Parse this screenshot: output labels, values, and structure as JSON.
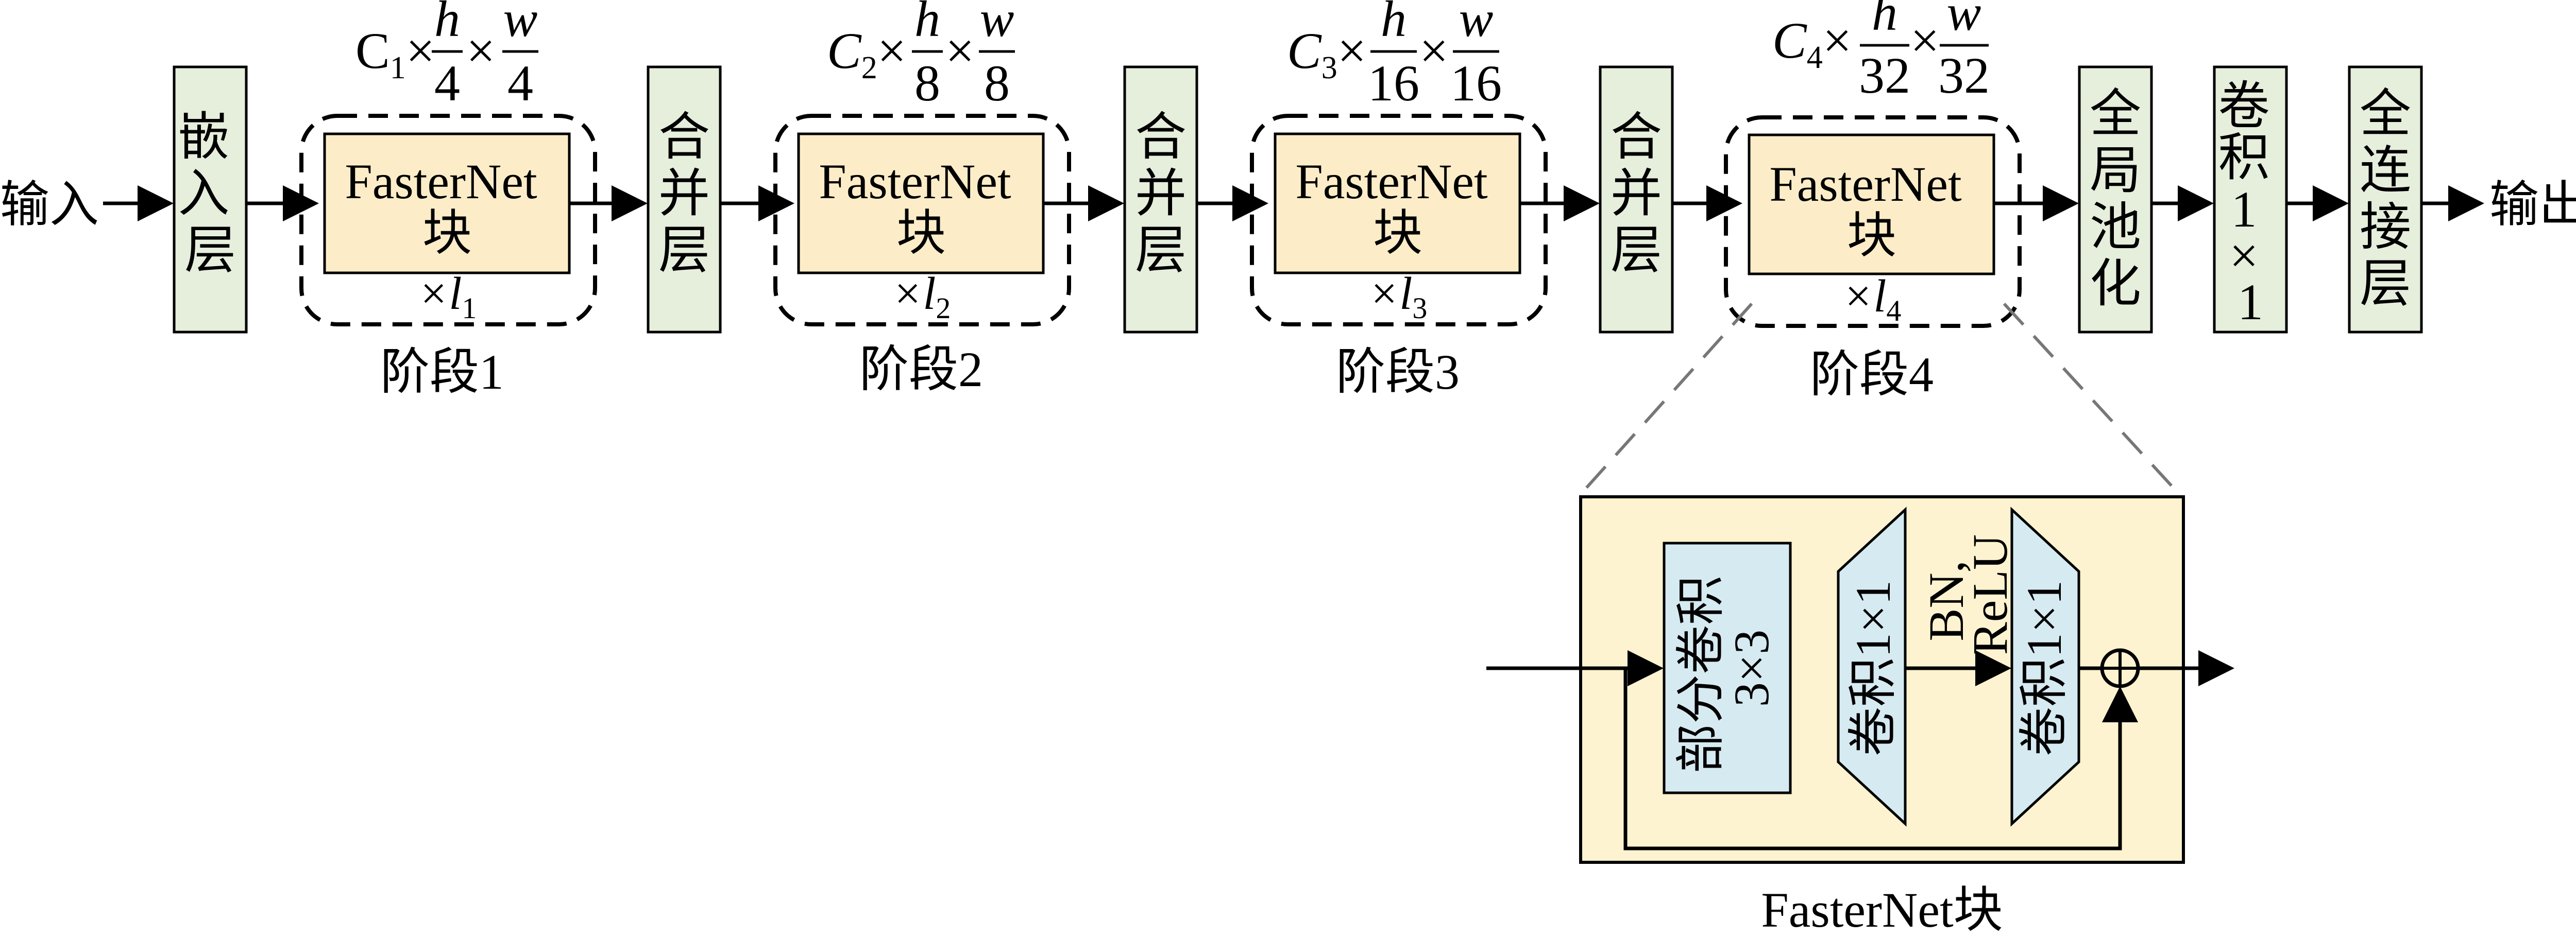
{
  "main_flow": {
    "input_label": "输入",
    "output_label": "输出",
    "embed_layer": "嵌入层",
    "merge_layer": "合并层",
    "global_pool": "全局池化",
    "conv_1x1": [
      "卷",
      "积",
      "1",
      "×",
      "1"
    ],
    "fc_layer": "全连接层"
  },
  "stages": [
    {
      "block_label": [
        "FasterNet",
        "块"
      ],
      "repeat_label": "×l",
      "repeat_sub": "1",
      "name": "阶段1",
      "dim_c": "C",
      "dim_sub": "1",
      "dim_h_den": "4",
      "dim_w_den": "4"
    },
    {
      "block_label": [
        "FasterNet",
        "块"
      ],
      "repeat_label": "×l",
      "repeat_sub": "2",
      "name": "阶段2",
      "dim_c": "C",
      "dim_sub": "2",
      "dim_h_den": "8",
      "dim_w_den": "8"
    },
    {
      "block_label": [
        "FasterNet",
        "块"
      ],
      "repeat_label": "×l",
      "repeat_sub": "3",
      "name": "阶段3",
      "dim_c": "C",
      "dim_sub": "3",
      "dim_h_den": "16",
      "dim_w_den": "16"
    },
    {
      "block_label": [
        "FasterNet",
        "块"
      ],
      "repeat_label": "×l",
      "repeat_sub": "4",
      "name": "阶段4",
      "dim_c": "C",
      "dim_sub": "4",
      "dim_h_den": "32",
      "dim_w_den": "32"
    }
  ],
  "dims": {
    "times": "×",
    "h": "h",
    "w": "w"
  },
  "detail": {
    "caption": "FasterNet块",
    "pconv": [
      "部分卷积",
      "3×3"
    ],
    "conv1": "卷积1×1",
    "conv2": "卷积1×1",
    "bn_relu": [
      "BN,",
      "ReLU"
    ],
    "add_symbol": "+"
  },
  "colors": {
    "green_box": "#e6eedc",
    "block_fill": "#fcedc8",
    "detail_fill": "#fdf3d0",
    "blue_fill": "#d6eaf2"
  }
}
